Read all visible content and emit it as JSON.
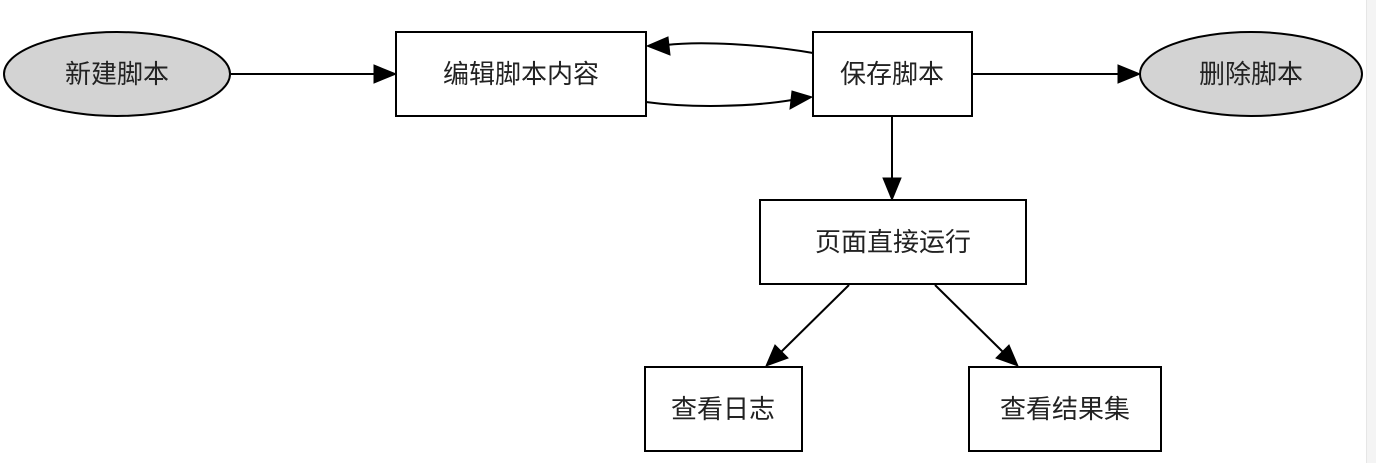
{
  "diagram": {
    "colors": {
      "terminal_fill": "#d3d3d3",
      "process_fill": "#ffffff",
      "stroke": "#000000",
      "text": "#222222"
    },
    "nodes": {
      "new_script": {
        "label": "新建脚本",
        "shape": "ellipse"
      },
      "edit_script": {
        "label": "编辑脚本内容",
        "shape": "box"
      },
      "save_script": {
        "label": "保存脚本",
        "shape": "box"
      },
      "delete_script": {
        "label": "删除脚本",
        "shape": "ellipse"
      },
      "run_on_page": {
        "label": "页面直接运行",
        "shape": "box"
      },
      "view_log": {
        "label": "查看日志",
        "shape": "box"
      },
      "view_results": {
        "label": "查看结果集",
        "shape": "box"
      }
    },
    "edges": [
      {
        "from": "new_script",
        "to": "edit_script"
      },
      {
        "from": "edit_script",
        "to": "save_script"
      },
      {
        "from": "save_script",
        "to": "edit_script"
      },
      {
        "from": "save_script",
        "to": "delete_script"
      },
      {
        "from": "save_script",
        "to": "run_on_page"
      },
      {
        "from": "run_on_page",
        "to": "view_log"
      },
      {
        "from": "run_on_page",
        "to": "view_results"
      }
    ]
  }
}
